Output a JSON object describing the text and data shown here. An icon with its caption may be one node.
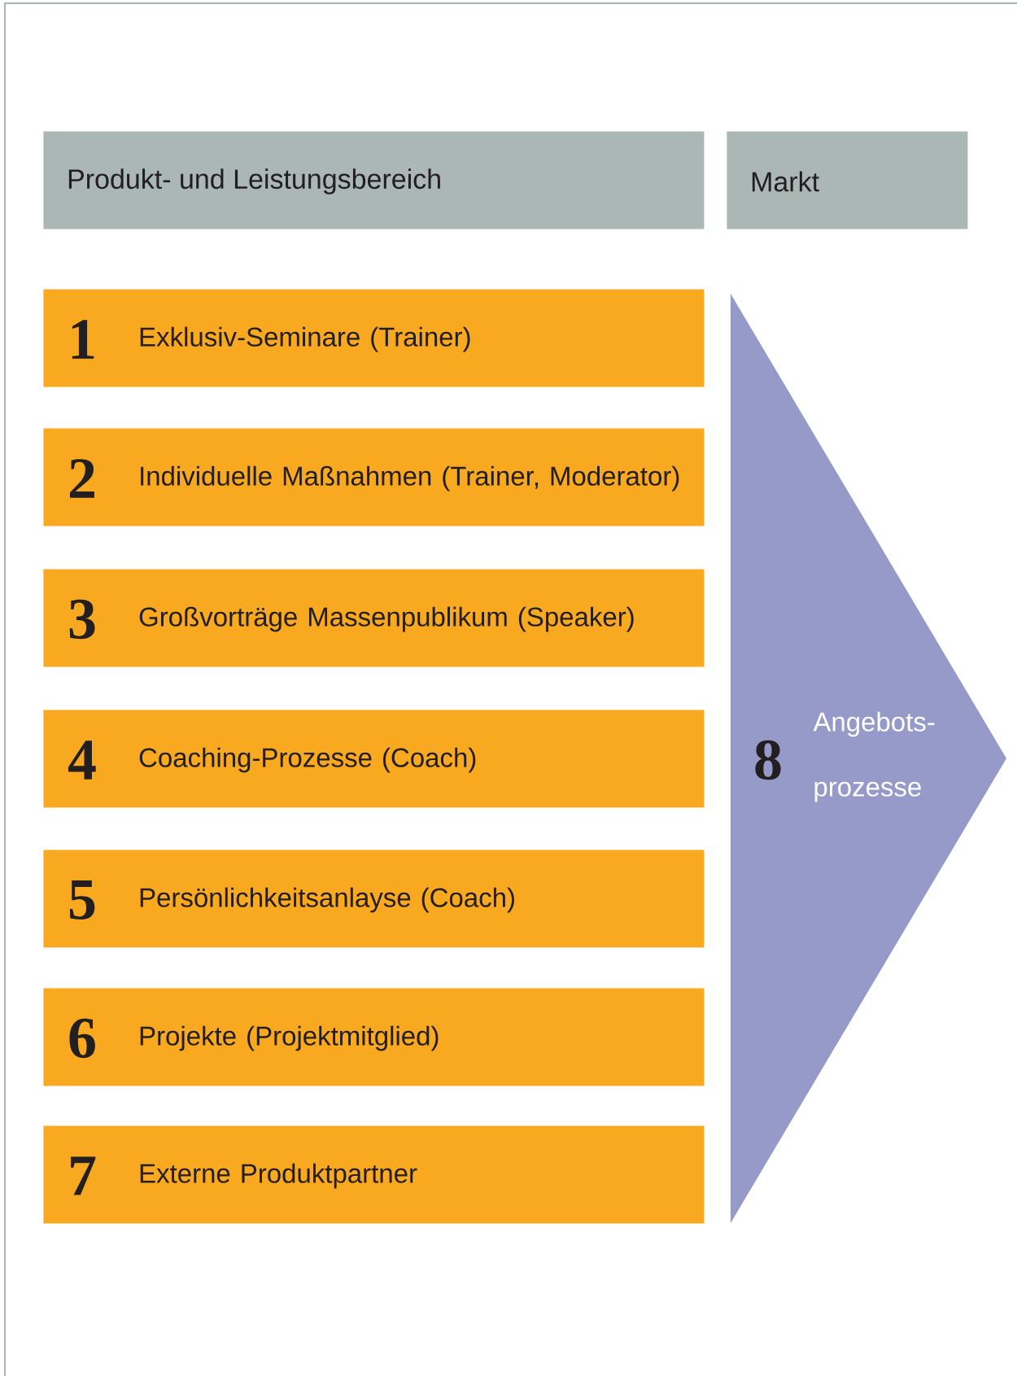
{
  "diagram": {
    "nodes": [
      {
        "text": [
          "Produkt- und Leistungsbereich"
        ]
      },
      {
        "text": [
          "Markt"
        ]
      },
      {
        "text": [
          "1",
          "Exklusiv-Seminare (Trainer)"
        ]
      },
      {
        "text": [
          "2",
          "Individuelle Maßnahmen (Trainer, Moderator)"
        ]
      },
      {
        "text": [
          "3",
          "Großvorträge Massenpublikum (Speaker)"
        ]
      },
      {
        "text": [
          "4",
          "Coaching-Prozesse (Coach)"
        ]
      },
      {
        "text": [
          "5",
          "Persönlichkeitsanlayse (Coach)"
        ]
      },
      {
        "text": [
          "6",
          "Projekte (Projektmitglied)"
        ]
      },
      {
        "text": [
          "7",
          "Externe Produktpartner"
        ]
      },
      {
        "text": [
          "8",
          "Angebots- prozesse"
        ]
      }
    ]
  }
}
